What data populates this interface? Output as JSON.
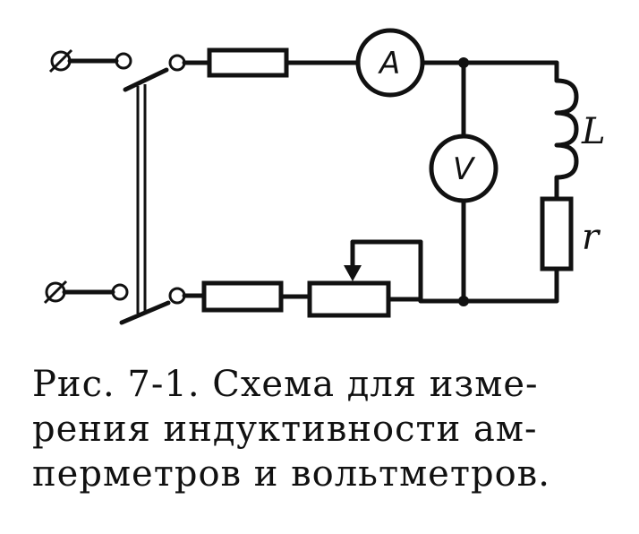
{
  "diagram": {
    "ammeter_symbol": "A",
    "voltmeter_symbol": "V",
    "inductance_label": "L",
    "resistance_label": "r"
  },
  "caption": {
    "lines": [
      "Рис. 7-1. Схема для изме-",
      "рения индуктивности ам-",
      "перметров и вольтметров."
    ]
  }
}
